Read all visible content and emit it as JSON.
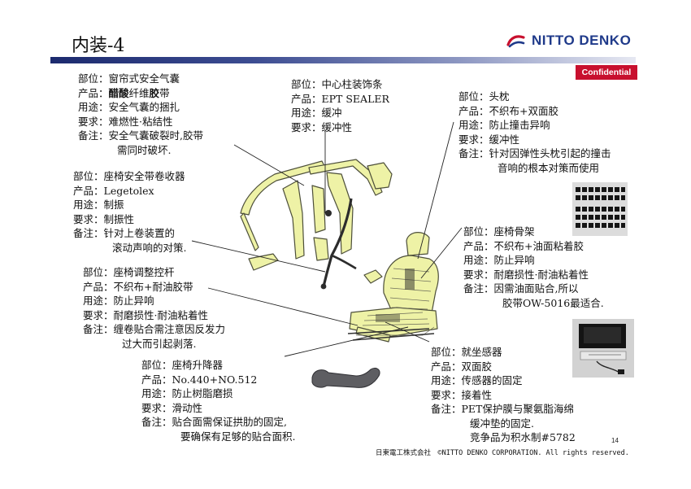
{
  "slide": {
    "title": "内装-4",
    "logo_text": "NITTO DENKO",
    "confidential": "Confidential",
    "page_number": "14",
    "footer": "日東電工株式会社　©NITTO DENKO CORPORATION. All rights reserved."
  },
  "blocks": [
    {
      "id": "curtain-airbag",
      "lines": [
        {
          "k": "部位：",
          "v": "窗帘式安全气囊"
        },
        {
          "k": "产品：",
          "v_bold": "醋酸",
          "v": "纤维",
          "v_bold2": "胶",
          "v_tail": "带"
        },
        {
          "k": "用途：",
          "v": "安全气囊的捆扎"
        },
        {
          "k": "要求：",
          "v": "难燃性·粘结性"
        },
        {
          "k": "备注：",
          "v": "安全气囊破裂时,胶带"
        }
      ],
      "cont": [
        "需同时破坏."
      ]
    },
    {
      "id": "pillar-trim",
      "lines": [
        {
          "k": "部位：",
          "v": "中心柱装饰条"
        },
        {
          "k": "产品：",
          "v": "EPT SEALER"
        },
        {
          "k": "用途：",
          "v": "缓冲"
        },
        {
          "k": "要求：",
          "v": "缓冲性"
        }
      ],
      "cont": []
    },
    {
      "id": "headrest",
      "lines": [
        {
          "k": "部位：",
          "v": "头枕"
        },
        {
          "k": "产品：",
          "v": "不织布+双面胶"
        },
        {
          "k": "用途：",
          "v": "防止撞击异响"
        },
        {
          "k": "要求：",
          "v": "缓冲性"
        },
        {
          "k": "备注：",
          "v": "针对因弹性头枕引起的撞击"
        }
      ],
      "cont": [
        "音响的根本对策而使用"
      ]
    },
    {
      "id": "seatbelt-retractor",
      "lines": [
        {
          "k": "部位：",
          "v": "座椅安全带卷收器"
        },
        {
          "k": "产品：",
          "v": "Legetolex"
        },
        {
          "k": "用途：",
          "v": "制振"
        },
        {
          "k": "要求：",
          "v": "制振性"
        },
        {
          "k": "备注：",
          "v": "针对上卷装置的"
        }
      ],
      "cont": [
        "滚动声响的对策."
      ]
    },
    {
      "id": "seat-frame",
      "lines": [
        {
          "k": "部位：",
          "v": "座椅骨架"
        },
        {
          "k": "产品：",
          "v": "不织布+油面粘着胶"
        },
        {
          "k": "用途：",
          "v": "防止异响"
        },
        {
          "k": "要求：",
          "v": "耐磨损性·耐油粘着性"
        },
        {
          "k": "备注：",
          "v": "因需油面贴合,所以"
        }
      ],
      "cont": [
        "胶带OW-5016最适合."
      ]
    },
    {
      "id": "seat-lever",
      "lines": [
        {
          "k": "部位：",
          "v": "座椅调整控杆"
        },
        {
          "k": "产品：",
          "v": "不织布+耐油胶带"
        },
        {
          "k": "用途：",
          "v": "防止异响"
        },
        {
          "k": "要求：",
          "v": "耐磨损性·耐油粘着性"
        },
        {
          "k": "备注：",
          "v": "缠卷贴合需注意因反发力"
        }
      ],
      "cont": [
        "过大而引起剥落."
      ]
    },
    {
      "id": "seat-sensor",
      "lines": [
        {
          "k": "部位：",
          "v": "就坐感器"
        },
        {
          "k": "产品：",
          "v": "双面胶"
        },
        {
          "k": "用途：",
          "v": "传感器的固定"
        },
        {
          "k": "要求：",
          "v": "接着性"
        },
        {
          "k": "备注：",
          "v": "PET保护膜与聚氨脂海绵"
        }
      ],
      "cont": [
        "缓冲垫的固定.",
        "竞争品为积水制#5782"
      ]
    },
    {
      "id": "seat-lifter",
      "lines": [
        {
          "k": "部位：",
          "v": "座椅升降器"
        },
        {
          "k": "产品：",
          "v": "No.440+NO.512"
        },
        {
          "k": "用途：",
          "v": "防止树脂磨损"
        },
        {
          "k": "要求：",
          "v": "滑动性"
        },
        {
          "k": "备注：",
          "v": "贴合面需保证拱肋的固定,"
        }
      ],
      "cont": [
        "要确保有足够的贴合面积."
      ]
    }
  ]
}
